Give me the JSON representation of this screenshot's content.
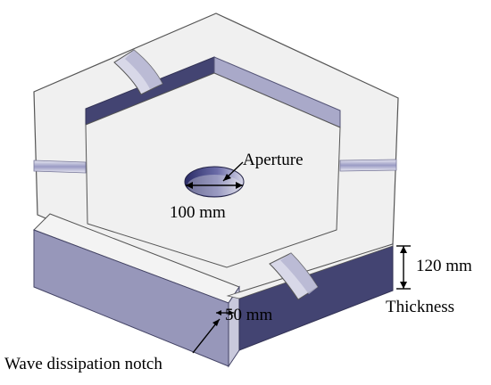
{
  "labels": {
    "aperture": "Aperture",
    "aperture_size": "100 mm",
    "thickness_value": "120 mm",
    "thickness": "Thickness",
    "notch_width": "50 mm",
    "notch": "Wave dissipation notch"
  },
  "colors": {
    "top_face": "#f0f0f0",
    "edge": "#555555",
    "side_dark": "#434472",
    "side_light": "#9797ba",
    "background": "#ffffff"
  }
}
